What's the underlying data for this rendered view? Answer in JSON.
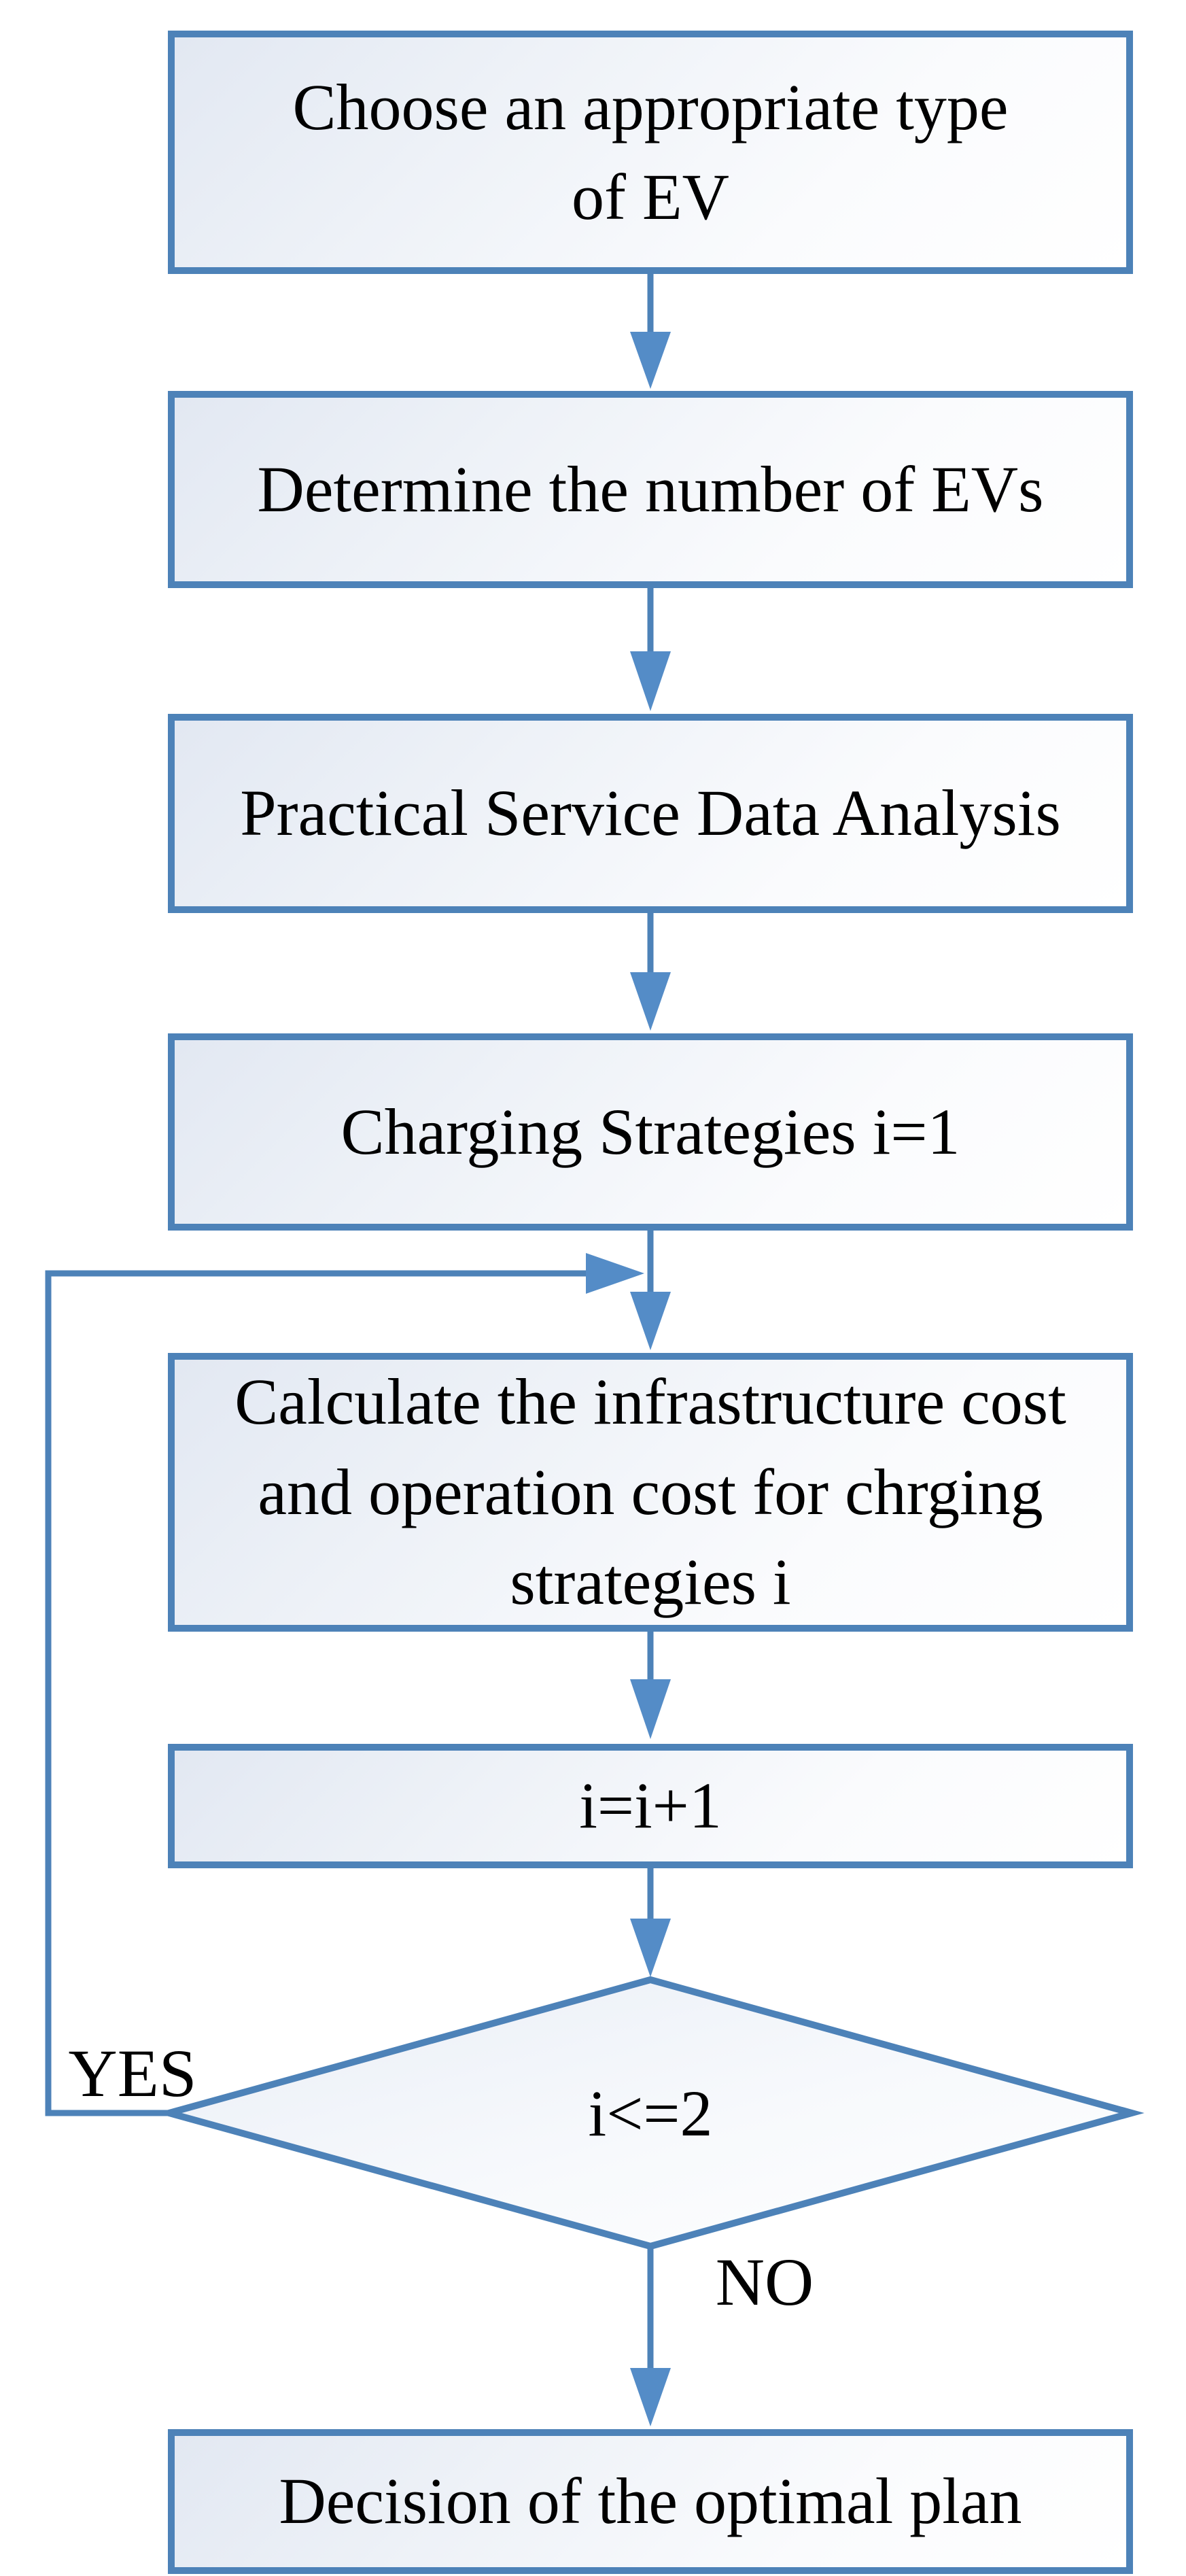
{
  "flowchart": {
    "nodes": [
      {
        "id": "choose-ev",
        "type": "process",
        "label": "Choose an appropriate type\nof EV"
      },
      {
        "id": "number-of-evs",
        "type": "process",
        "label": "Determine the number of EVs"
      },
      {
        "id": "service-data-analysis",
        "type": "process",
        "label": "Practical Service Data Analysis"
      },
      {
        "id": "charging-strategies",
        "type": "process",
        "label": "Charging Strategies i=1"
      },
      {
        "id": "calculate-costs",
        "type": "process",
        "label": "Calculate the infrastructure cost\nand operation cost for chrging\nstrategies i"
      },
      {
        "id": "increment",
        "type": "process",
        "label": "i=i+1"
      },
      {
        "id": "loop-condition",
        "type": "decision",
        "label": "i<=2"
      },
      {
        "id": "optimal-plan",
        "type": "process",
        "label": "Decision of the optimal plan"
      }
    ],
    "edge_labels": {
      "yes": "YES",
      "no": "NO"
    },
    "colors": {
      "border_blue": "#4d82b8",
      "arrow_blue": "#548cc7",
      "fill_light": "#e2e8f2",
      "fill_white": "#ffffff",
      "text": "#000000"
    }
  }
}
